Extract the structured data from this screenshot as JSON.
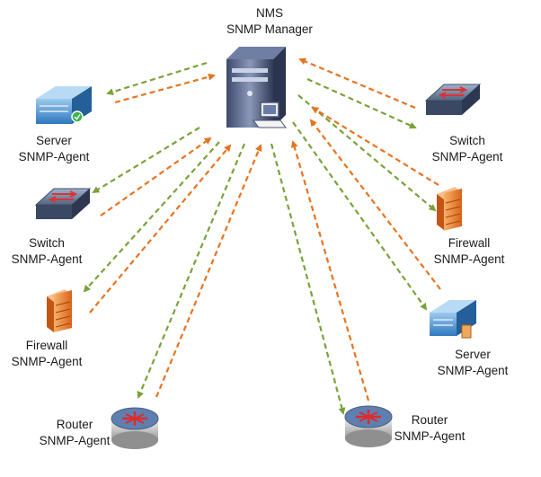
{
  "colors": {
    "request_arrow": "#7aa23a",
    "response_arrow": "#e8731f",
    "text": "#1a1a1a"
  },
  "manager": {
    "line1": "NMS",
    "line2": "SNMP Manager",
    "icon": "workstation-tower-icon"
  },
  "nodes": [
    {
      "id": "server-left",
      "icon": "server-icon",
      "line1": "Server",
      "line2": "SNMP-Agent"
    },
    {
      "id": "switch-left",
      "icon": "switch-icon",
      "line1": "Switch",
      "line2": "SNMP-Agent"
    },
    {
      "id": "firewall-left",
      "icon": "firewall-icon",
      "line1": "Firewall",
      "line2": "SNMP-Agent"
    },
    {
      "id": "router-left",
      "icon": "router-icon",
      "line1": "Router",
      "line2": "SNMP-Agent"
    },
    {
      "id": "switch-right",
      "icon": "switch-icon",
      "line1": "Switch",
      "line2": "SNMP-Agent"
    },
    {
      "id": "firewall-right",
      "icon": "firewall-icon",
      "line1": "Firewall",
      "line2": "SNMP-Agent"
    },
    {
      "id": "server-right",
      "icon": "server-icon",
      "line1": "Server",
      "line2": "SNMP-Agent"
    },
    {
      "id": "router-right",
      "icon": "router-icon",
      "line1": "Router",
      "line2": "SNMP-Agent"
    }
  ]
}
